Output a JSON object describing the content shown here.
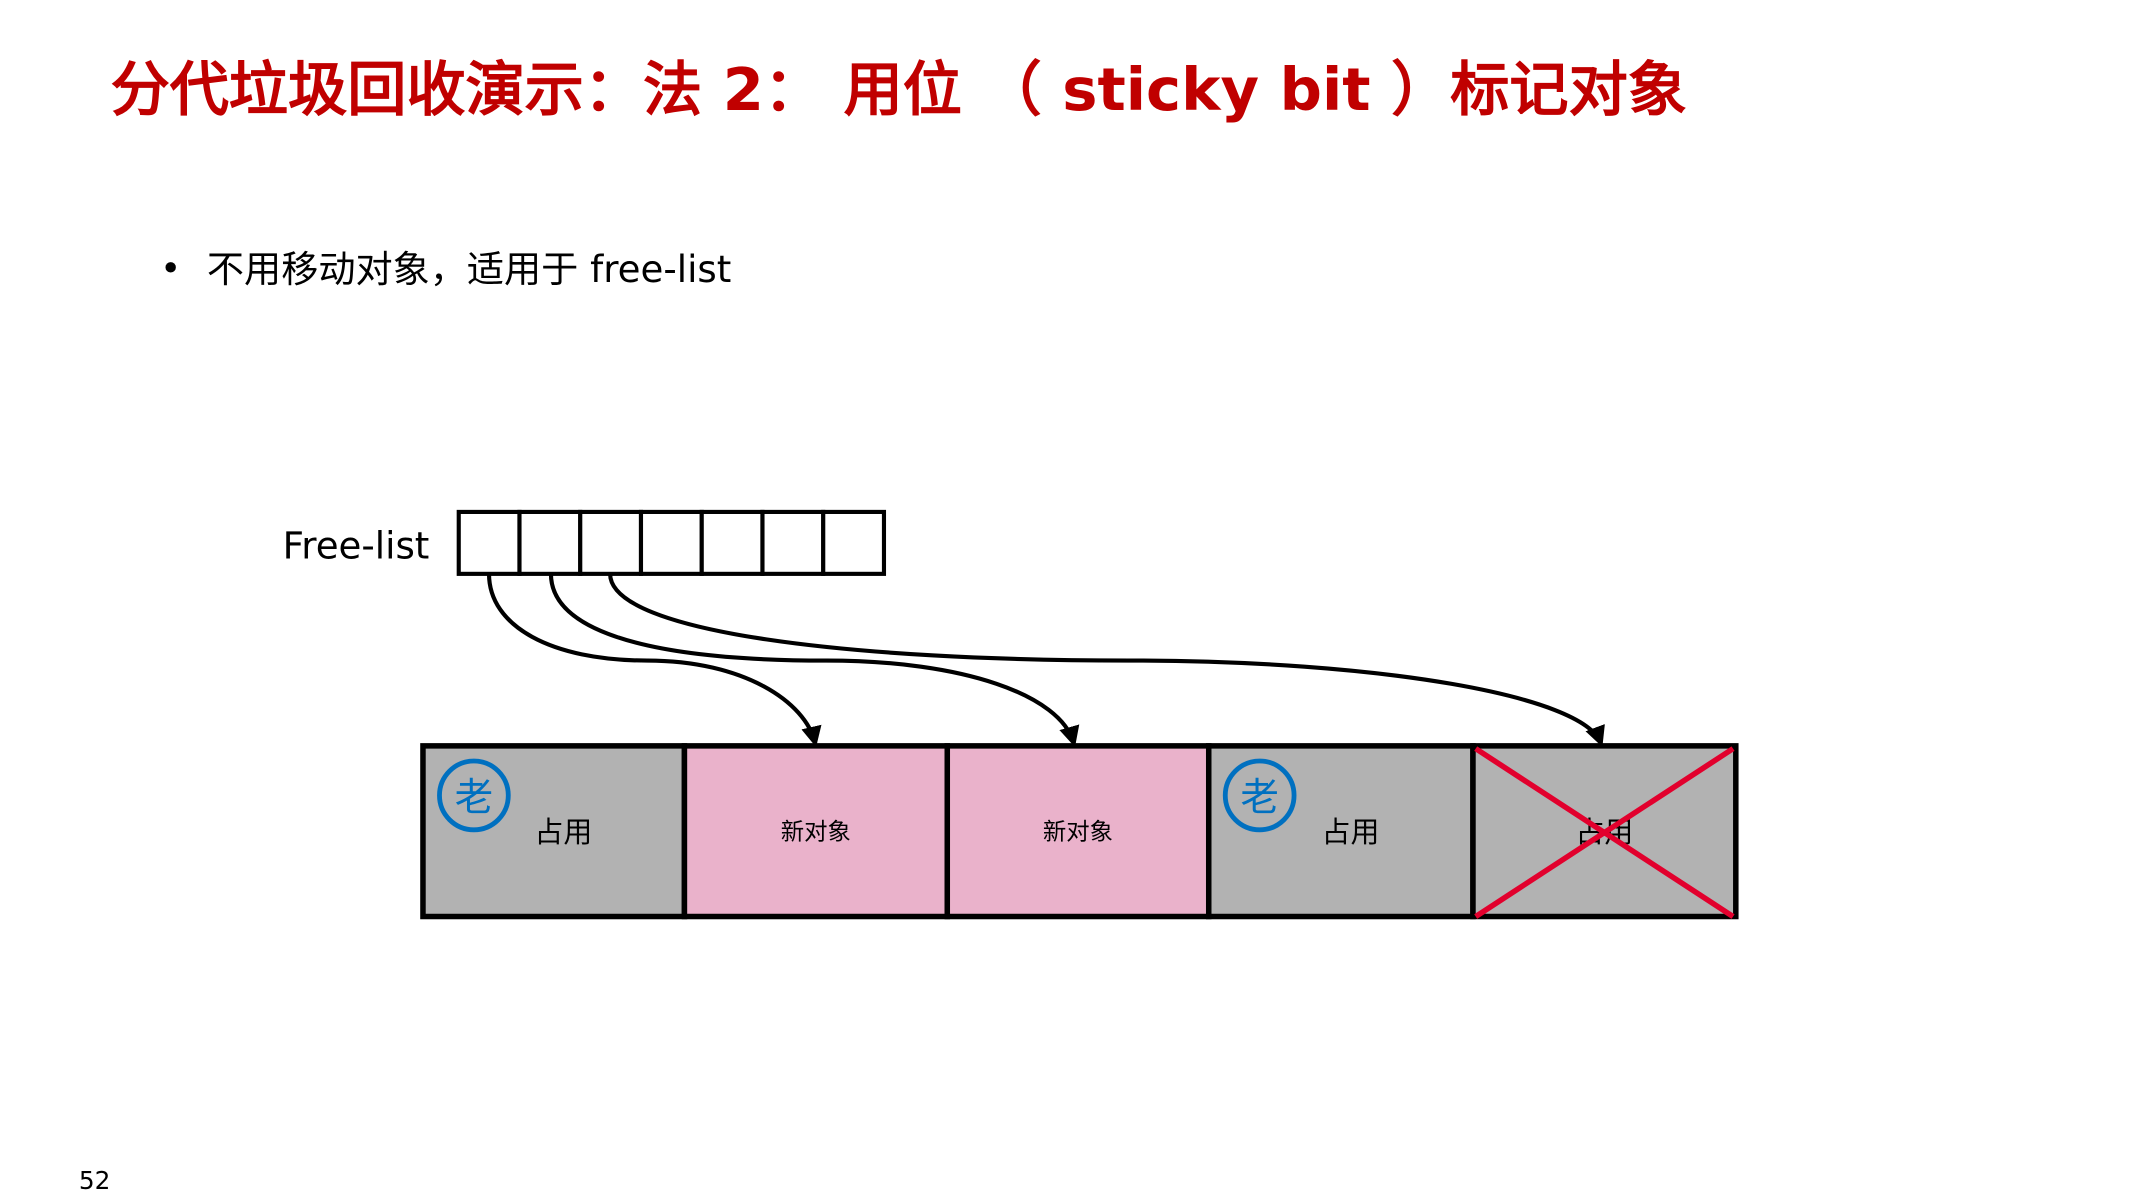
{
  "slide": {
    "title": "分代垃圾回收演示：法 2： 用位 （ sticky bit ）标记对象",
    "bullets": [
      "不用移动对象，适用于 free-list"
    ],
    "page_number": "52"
  },
  "diagram": {
    "freelist_label": "Free-list",
    "freelist_cells": 7,
    "blocks": [
      {
        "label": "占用",
        "badge": "老",
        "kind": "occupied"
      },
      {
        "label": "新对象",
        "kind": "new"
      },
      {
        "label": "新对象",
        "kind": "new"
      },
      {
        "label": "占用",
        "badge": "老",
        "kind": "occupied"
      },
      {
        "label": "占用",
        "kind": "freed",
        "crossed": true
      }
    ]
  },
  "colors": {
    "title": "#C00000",
    "occupied": "#B2B2B2",
    "new": "#EAB2CB",
    "badge": "#0070C0",
    "cross": "#E2002D"
  }
}
